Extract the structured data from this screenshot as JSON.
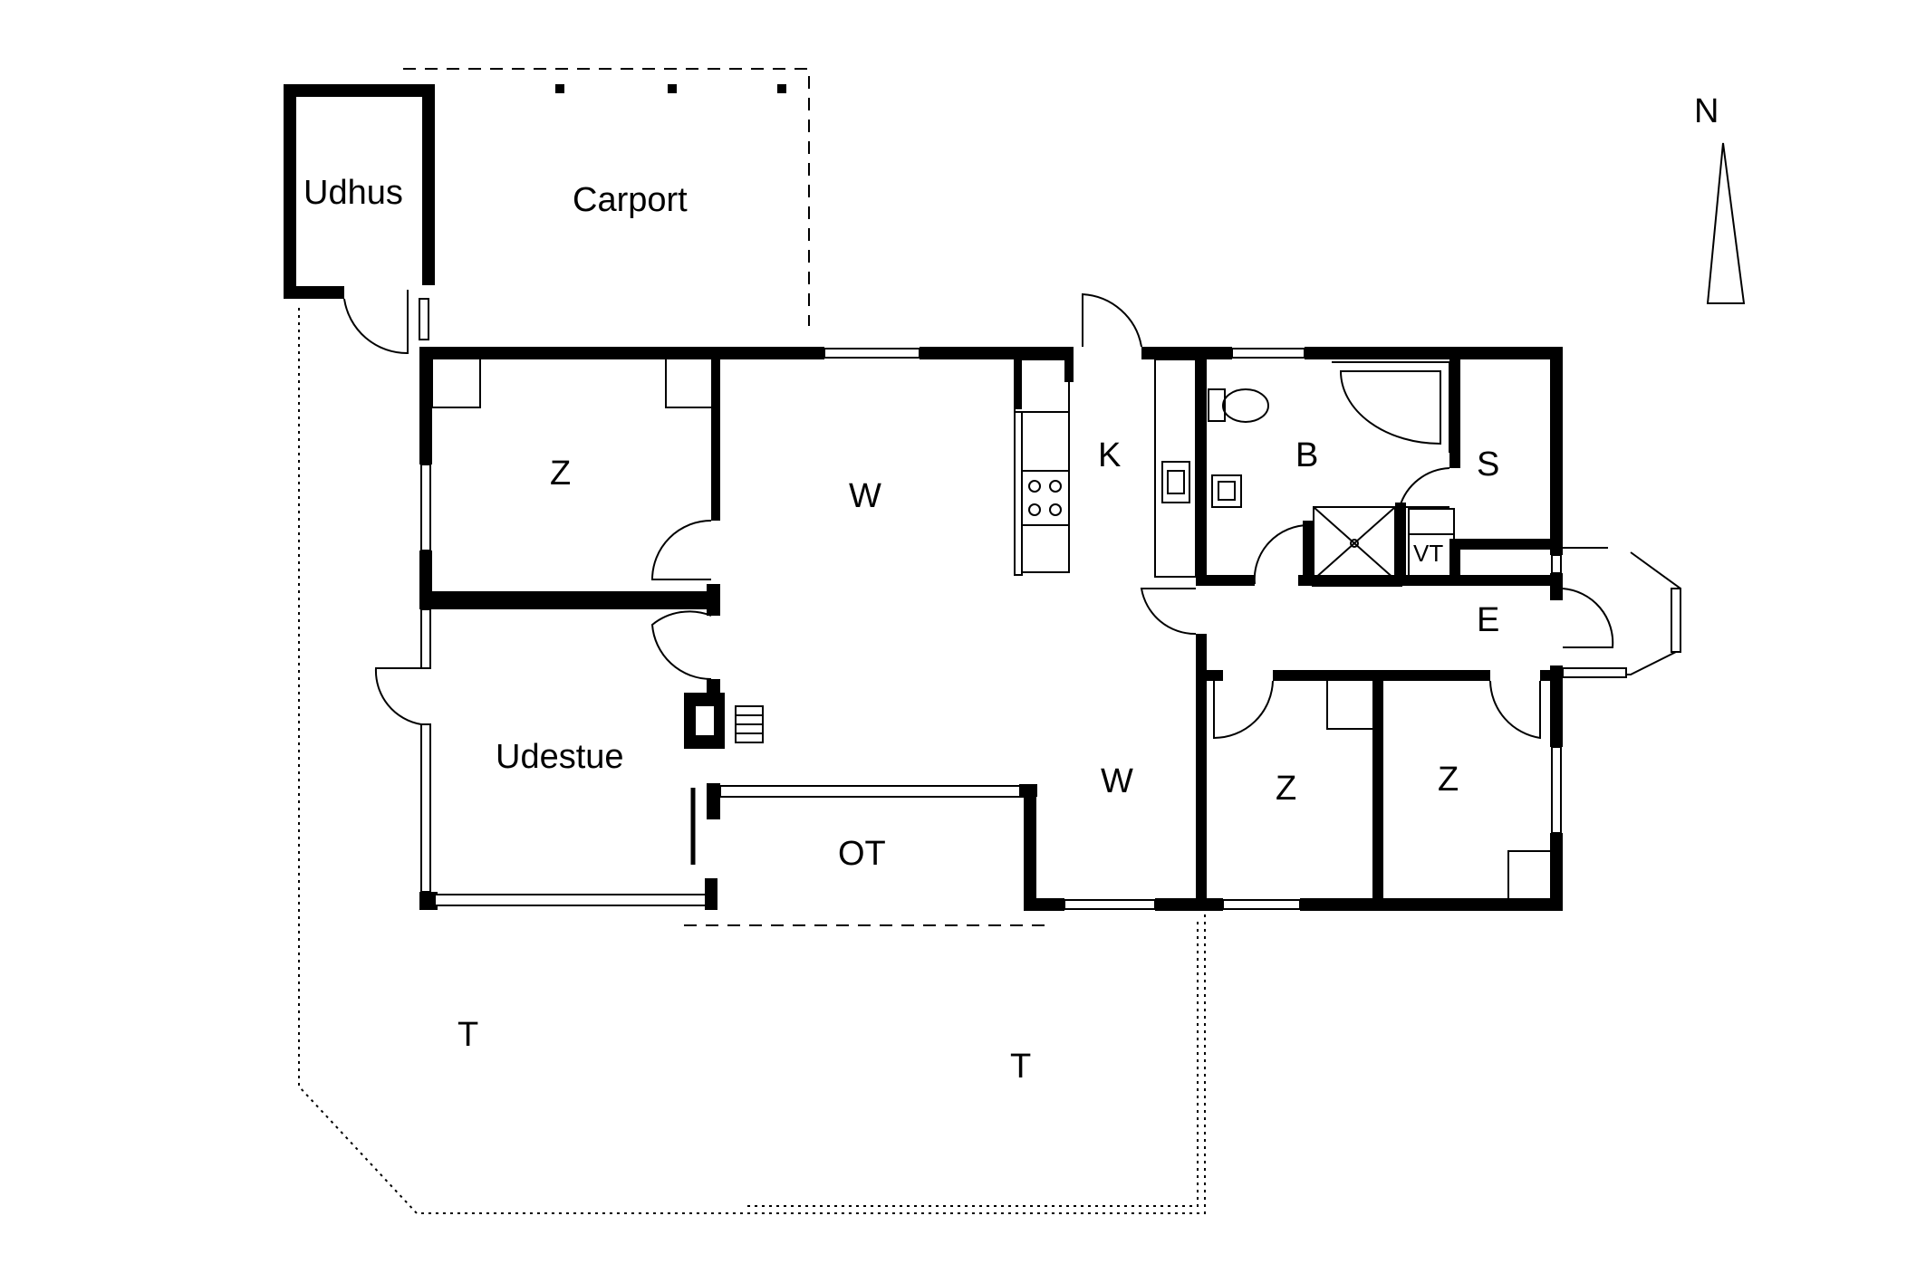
{
  "rooms": {
    "udhus": "Udhus",
    "carport": "Carport",
    "z_top": "Z",
    "w_top": "W",
    "k": "K",
    "b": "B",
    "s": "S",
    "vt": "VT",
    "e": "E",
    "udestue": "Udestue",
    "w_bottom": "W",
    "ot": "OT",
    "z_mid": "Z",
    "z_right": "Z",
    "t_left": "T",
    "t_right": "T"
  },
  "compass": {
    "label": "N"
  }
}
